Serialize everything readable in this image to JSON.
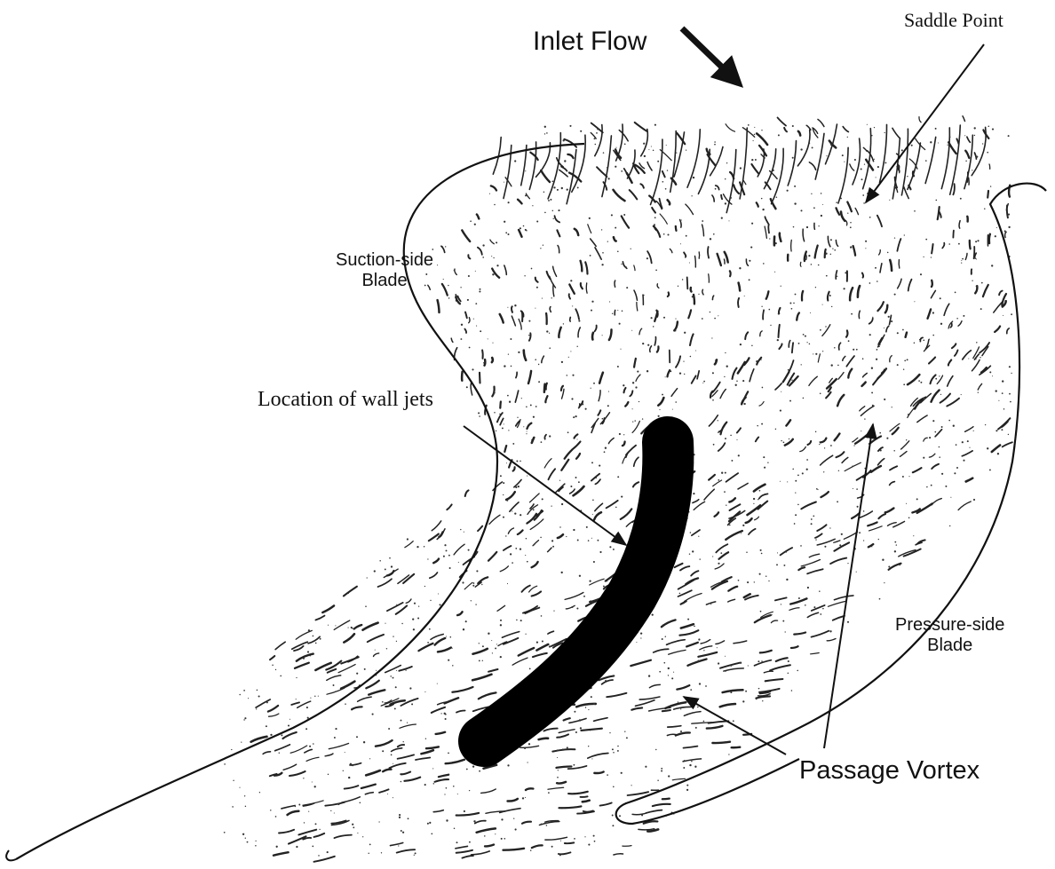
{
  "figure": {
    "labels": {
      "inlet_flow": "Inlet Flow",
      "saddle_point": "Saddle Point",
      "suction_side_line1": "Suction-side",
      "suction_side_line2": "Blade",
      "wall_jets": "Location of wall jets",
      "pressure_side_line1": "Pressure-side",
      "pressure_side_line2": "Blade",
      "passage_vortex": "Passage Vortex"
    },
    "colors": {
      "ink": "#111111",
      "background": "#ffffff",
      "wall_jet_fill": "#000000"
    }
  }
}
